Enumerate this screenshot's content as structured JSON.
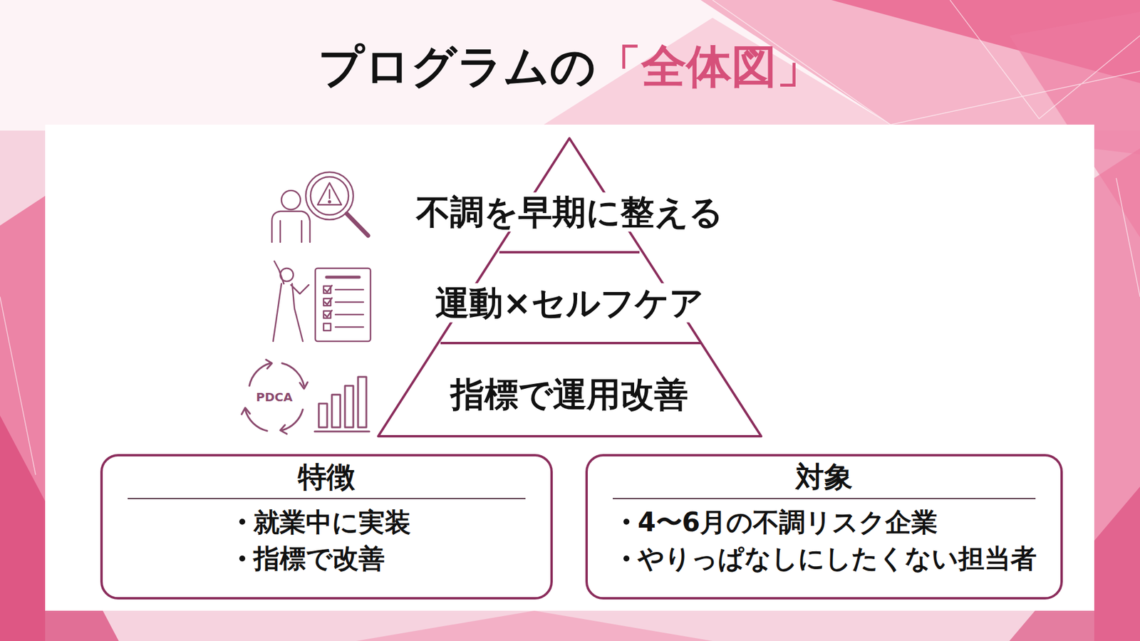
{
  "diagram": {
    "title": "プログラムの",
    "nodes": [
      {
        "text": [
          "不調を早期に整える"
        ]
      },
      {
        "text": [
          "運動×セルフケア"
        ]
      },
      {
        "text": [
          "指標で運用改善"
        ]
      },
      {
        "text": [
          "特徴",
          "就業中に実装",
          "指標で改善"
        ]
      },
      {
        "text": [
          "対象",
          "4〜6月の不調リスク企業",
          "やりっぱなしにしたくない担当者"
        ]
      }
    ],
    "labels": [
      "「全体図」",
      "PDCA"
    ]
  }
}
